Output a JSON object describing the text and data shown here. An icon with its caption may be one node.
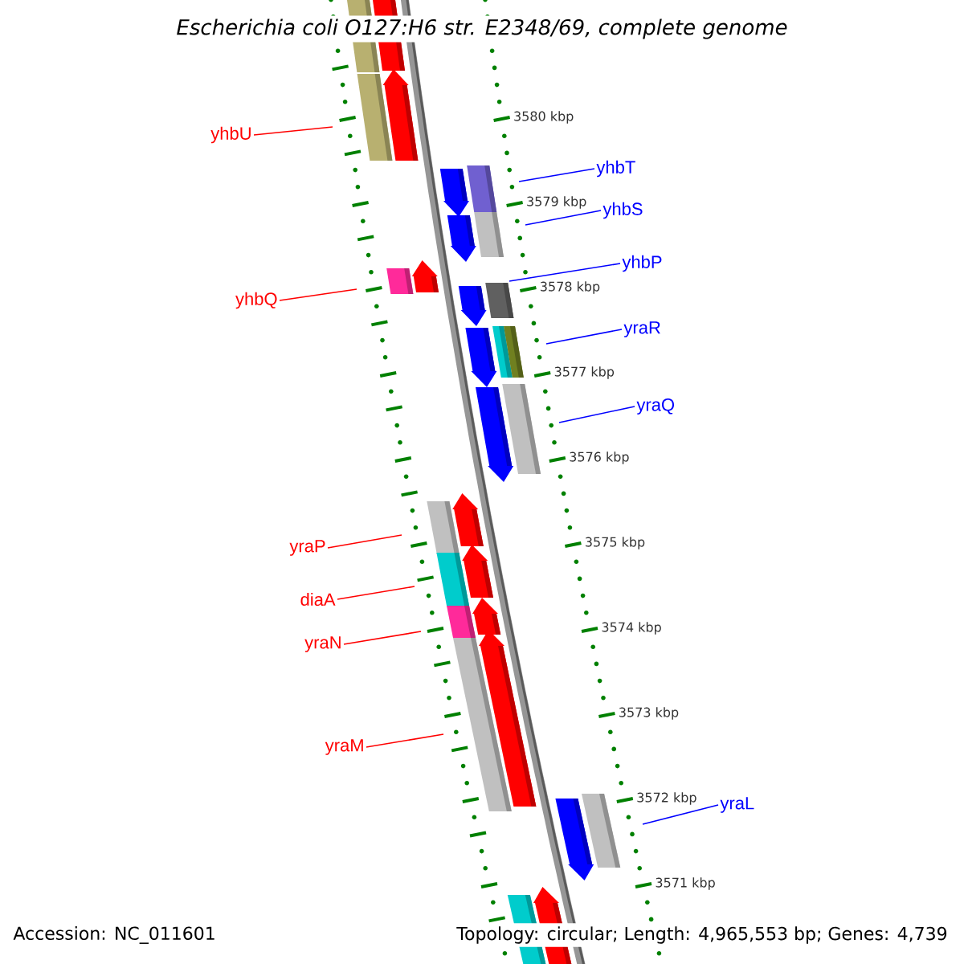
{
  "diagram": {
    "title": "Escherichia coli O127:H6 str. E2348/69, complete genome",
    "nodes": [
      {
        "text": [
          "yhbU"
        ]
      },
      {
        "text": [
          "yhbT"
        ]
      },
      {
        "text": [
          "yhbS"
        ]
      },
      {
        "text": [
          "yhbP"
        ]
      },
      {
        "text": [
          "yhbQ"
        ]
      },
      {
        "text": [
          "yraR"
        ]
      },
      {
        "text": [
          "yraQ"
        ]
      },
      {
        "text": [
          "yraP"
        ]
      },
      {
        "text": [
          "diaA"
        ]
      },
      {
        "text": [
          "yraN"
        ]
      },
      {
        "text": [
          "yraM"
        ]
      },
      {
        "text": [
          "yraL"
        ]
      }
    ],
    "edges": [
      {
        "from": 0,
        "to": null,
        "arrow": "none",
        "color": "#ff0000"
      },
      {
        "from": 1,
        "to": null,
        "arrow": "none",
        "color": "#0000ff"
      },
      {
        "from": 2,
        "to": null,
        "arrow": "none",
        "color": "#0000ff"
      },
      {
        "from": 3,
        "to": null,
        "arrow": "none",
        "color": "#0000ff"
      },
      {
        "from": 4,
        "to": null,
        "arrow": "none",
        "color": "#ff0000"
      },
      {
        "from": 5,
        "to": null,
        "arrow": "none",
        "color": "#0000ff"
      },
      {
        "from": 6,
        "to": null,
        "arrow": "none",
        "color": "#0000ff"
      },
      {
        "from": 7,
        "to": null,
        "arrow": "none",
        "color": "#ff0000"
      },
      {
        "from": 8,
        "to": null,
        "arrow": "none",
        "color": "#ff0000"
      },
      {
        "from": 9,
        "to": null,
        "arrow": "none",
        "color": "#ff0000"
      },
      {
        "from": 10,
        "to": null,
        "arrow": "none",
        "color": "#ff0000"
      },
      {
        "from": 11,
        "to": null,
        "arrow": "none",
        "color": "#0000ff"
      }
    ],
    "labels": [
      "3580 kbp",
      "3579 kbp",
      "3578 kbp",
      "3577 kbp",
      "3576 kbp",
      "3575 kbp",
      "3574 kbp",
      "3573 kbp",
      "3572 kbp",
      "3571 kbp",
      "Accession: NC_011601",
      "Topology: circular; Length: 4,965,553 bp; Genes: 4,739"
    ]
  }
}
